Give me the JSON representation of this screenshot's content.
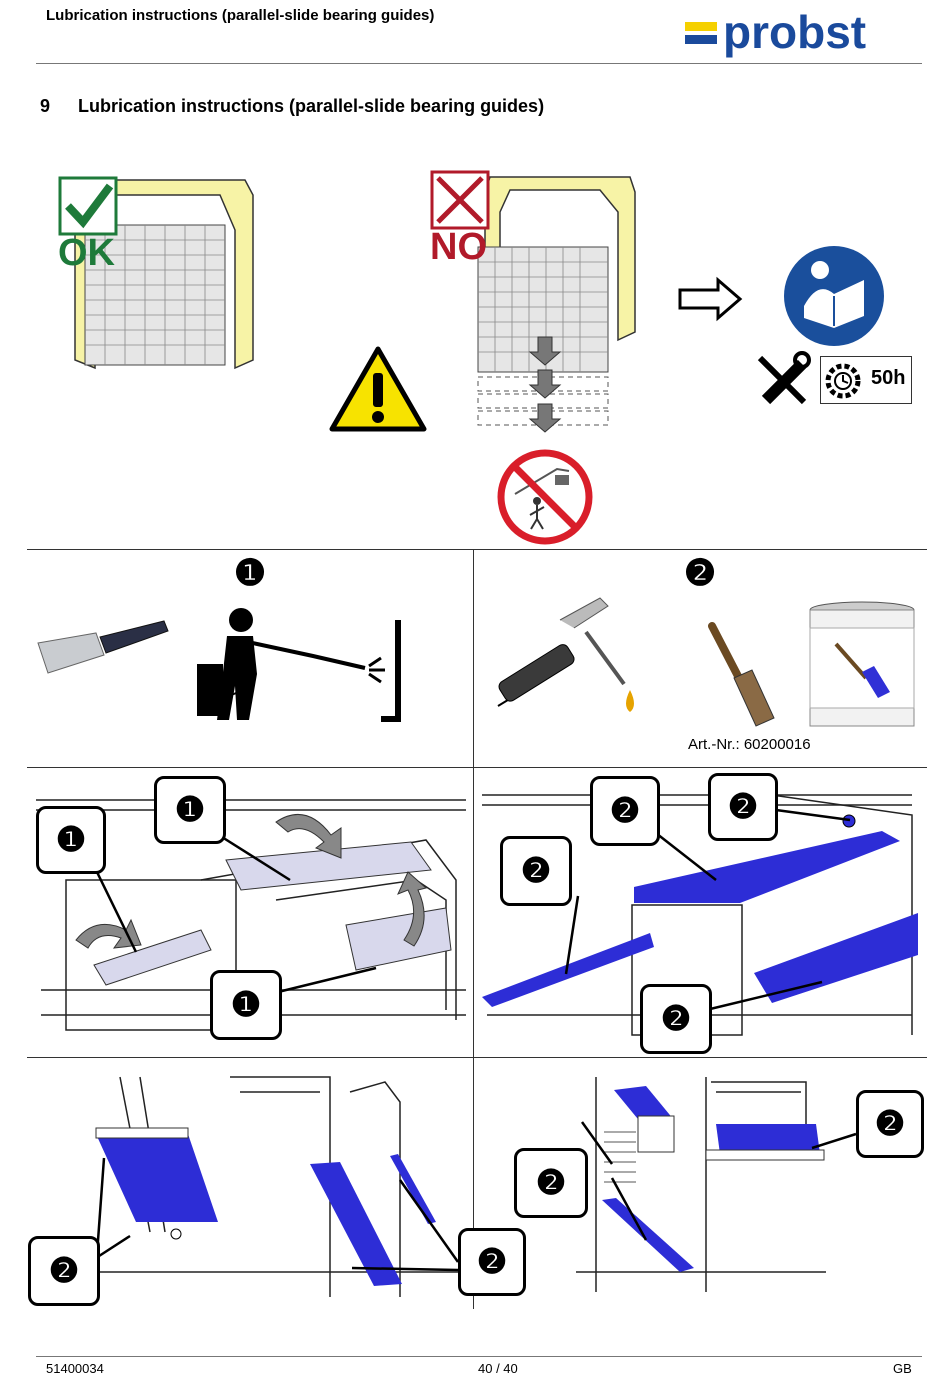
{
  "header": {
    "title": "Lubrication instructions (parallel-slide bearing guides)",
    "logo_text": "probst",
    "logo_color": "#1a4a9c",
    "logo_accent": "#f5d000"
  },
  "section": {
    "number": "9",
    "title": "Lubrication instructions (parallel-slide bearing guides)"
  },
  "top_figures": {
    "ok_label": "OK",
    "no_label": "NO",
    "service_interval": "50h"
  },
  "steps": {
    "step1_number": "❶",
    "step2_number": "❷",
    "art_nr": "Art.-Nr.: 60200016"
  },
  "callouts": {
    "one": "❶",
    "two": "❷"
  },
  "colors": {
    "grease_blue": "#2d2dd6",
    "ok_green": "#1e7a3a",
    "no_red": "#b11a2a",
    "frame_yellow": "#f7f3a6",
    "info_blue": "#1a4f9c"
  },
  "footer": {
    "doc_number": "51400034",
    "page": "40 / 40",
    "lang": "GB"
  }
}
